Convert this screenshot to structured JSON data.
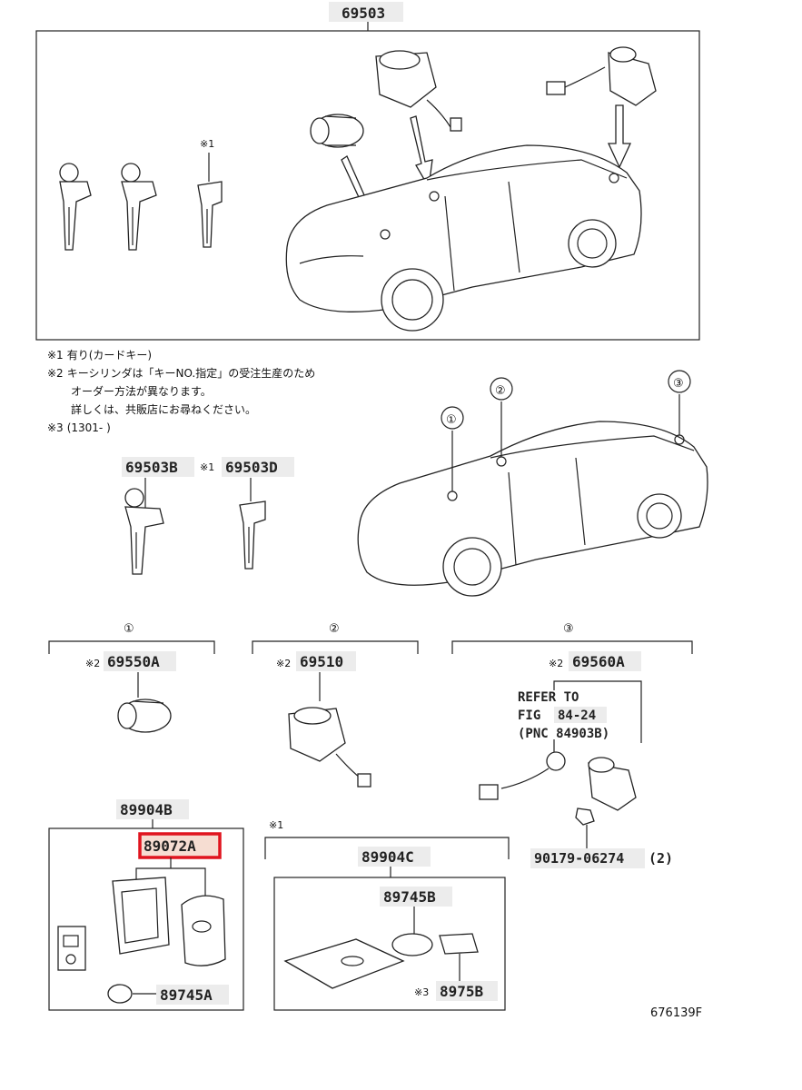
{
  "diagram": {
    "top_part": "69503",
    "notes": [
      {
        "mark": "※1",
        "text": "有り(カードキー)"
      },
      {
        "mark": "※2",
        "text": "キーシリンダは「キーNO.指定」の受注生産のため"
      },
      {
        "mark": "",
        "text": "オーダー方法が異なります。"
      },
      {
        "mark": "",
        "text": "詳しくは、共販店にお尋ねください。"
      },
      {
        "mark": "※3",
        "text": "(1301-        )"
      }
    ],
    "key_parts": {
      "b": "69503B",
      "d_mark": "※1",
      "d": "69503D",
      "card_mark": "※1"
    },
    "locations": [
      "①",
      "②",
      "③"
    ],
    "groups": [
      {
        "circle": "①",
        "mark": "※2",
        "part": "69550A"
      },
      {
        "circle": "②",
        "mark": "※2",
        "part": "69510"
      },
      {
        "circle": "③",
        "mark": "※2",
        "part": "69560A"
      }
    ],
    "refer": {
      "line1": "REFER TO",
      "line2_prefix": "FIG",
      "line2_ref": "84-24",
      "line3": "(PNC 84903B)"
    },
    "screw": {
      "part": "90179-06274",
      "qty": "(2)"
    },
    "remote": {
      "assembly": "89904B",
      "selected": "89072A",
      "battery": "89745A"
    },
    "card": {
      "mark": "※1",
      "assembly": "89904C",
      "battery": "89745B",
      "sub_mark": "※3",
      "sub": "8975B"
    },
    "figure_id": "676139F",
    "colors": {
      "highlight_border": "#e0141e",
      "highlight_fill": "#f6ddd2"
    }
  }
}
